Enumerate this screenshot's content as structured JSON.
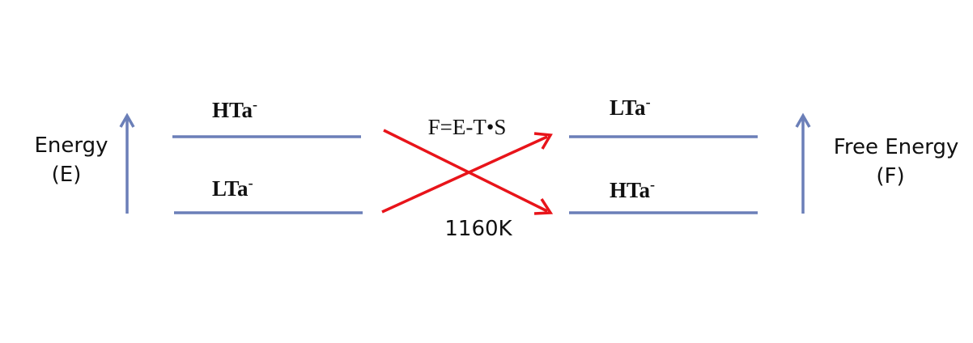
{
  "left_axis": {
    "label_line1": "Energy",
    "label_line2": "(E)"
  },
  "right_axis": {
    "label_line1": "Free Energy",
    "label_line2": "(F)"
  },
  "left_levels": {
    "upper": {
      "base": "HTa",
      "sup": "-"
    },
    "lower": {
      "base": "LTa",
      "sup": "-"
    }
  },
  "right_levels": {
    "upper": {
      "base": "LTa",
      "sup": "-"
    },
    "lower": {
      "base": "HTa",
      "sup": "-"
    }
  },
  "formula": "F=E-T•S",
  "temperature": "1160K",
  "colors": {
    "axis": "#6b7fb8",
    "level": "#6b7fb8",
    "crossing_arrows": "#e8141a",
    "text": "#111111"
  }
}
